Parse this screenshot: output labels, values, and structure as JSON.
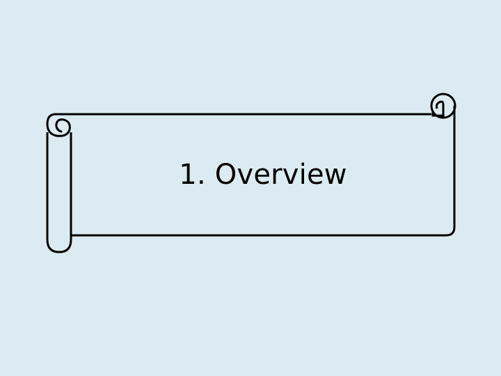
{
  "slide": {
    "title": "1. Overview",
    "background_color": "#dbebf1",
    "stroke_color": "#000000",
    "stroke_width": 3
  },
  "graphic": {
    "name": "scroll-banner",
    "description": "Outlined scroll / banner shape with rolled left edge and curled top-right corner",
    "fill": "none",
    "parts": {
      "left_roll_label": "left-scroll-roll",
      "left_curl_label": "left-scroll-curl",
      "right_curl_label": "right-scroll-curl",
      "top_edge_label": "banner-top-edge",
      "bottom_edge_label": "banner-bottom-edge",
      "right_edge_label": "banner-right-edge"
    }
  }
}
